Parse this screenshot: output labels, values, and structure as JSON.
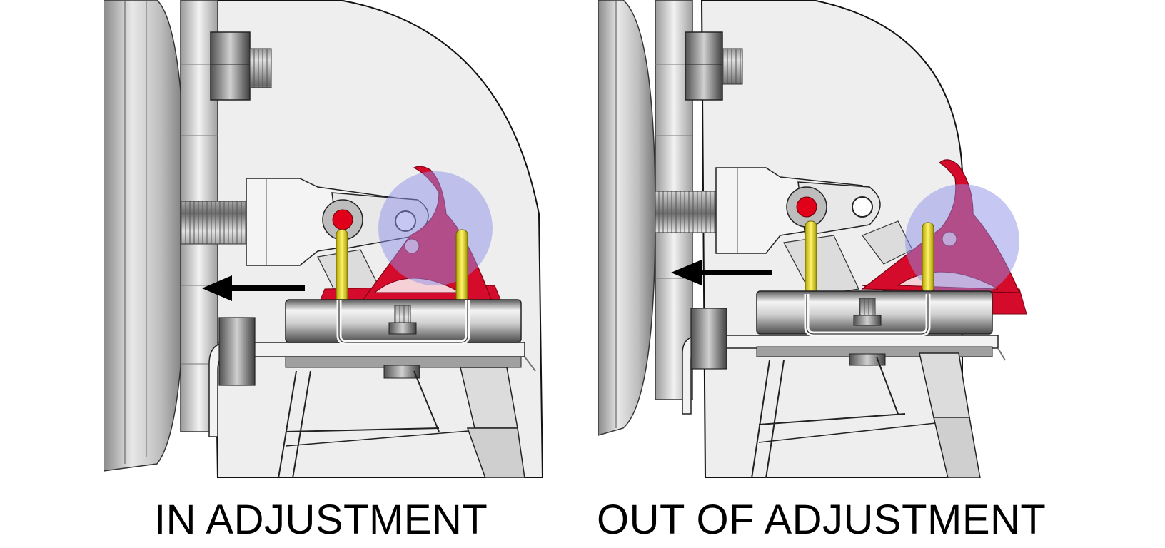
{
  "captions": {
    "left": "IN ADJUSTMENT",
    "right": "OUT OF ADJUSTMENT"
  },
  "colors": {
    "paddle_red": "#d40b2b",
    "highlight_blue": "#8f8fe8",
    "pin_yellow": "#e8e020",
    "arrow": "#000000",
    "bolt_red": "#e0001a",
    "casting_gray": "#eeeeee"
  },
  "icons": {
    "arrow": "left-arrow-icon",
    "paddle": "adjuster-paddle",
    "highlight": "highlight-circle"
  }
}
